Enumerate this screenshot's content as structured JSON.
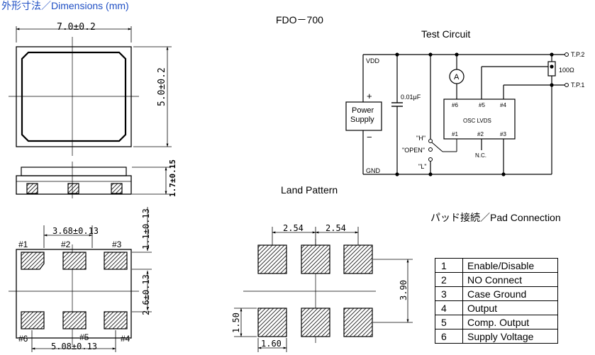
{
  "header": {
    "title": "外形寸法／Dimensions (mm)",
    "model": "FDO－700"
  },
  "dimensions": {
    "width": "7.0±0.2",
    "height": "5.0±0.2",
    "thickness": "1.7±0.15",
    "pad_pitch": "3.68±0.13",
    "pad_top_offset": "1.1±0.13",
    "pad_row_spacing": "2.6±0.13",
    "pad_span": "5.08±0.13",
    "pin_labels_top": [
      "#1",
      "#2",
      "#3"
    ],
    "pin_labels_bottom": [
      "#6",
      "#5",
      "#4"
    ]
  },
  "test_circuit": {
    "title": "Test Circuit",
    "vdd": "VDD",
    "gnd": "GND",
    "plus": "+",
    "minus": "−",
    "power_supply": [
      "Power",
      "Supply"
    ],
    "capacitor": "0.01μF",
    "meter": "A",
    "resistor": "100Ω",
    "tp2": "T.P.2",
    "tp1": "T.P.1",
    "osc_label": "OSC LVDS",
    "top_pins": [
      "#6",
      "#5",
      "#4"
    ],
    "bottom_pins": [
      "#1",
      "#2",
      "#3"
    ],
    "nc": "N.C.",
    "switch_h": "\"H\"",
    "switch_open": "\"OPEN\"",
    "switch_l": "\"L\""
  },
  "land_pattern": {
    "title": "Land Pattern",
    "pitch_1": "2.54",
    "pitch_2": "2.54",
    "row_span": "3.90",
    "pad_height": "1.50",
    "pad_width": "1.60"
  },
  "pad_connection": {
    "title": "パッド接続／Pad  Connection",
    "rows": [
      {
        "pin": "1",
        "function": "Enable/Disable"
      },
      {
        "pin": "2",
        "function": "NO Connect"
      },
      {
        "pin": "3",
        "function": "Case Ground"
      },
      {
        "pin": "4",
        "function": "Output"
      },
      {
        "pin": "5",
        "function": "Comp. Output"
      },
      {
        "pin": "6",
        "function": "Supply Voltage"
      }
    ]
  },
  "colors": {
    "title_blue": "#1f4fc4",
    "line": "#000000"
  }
}
